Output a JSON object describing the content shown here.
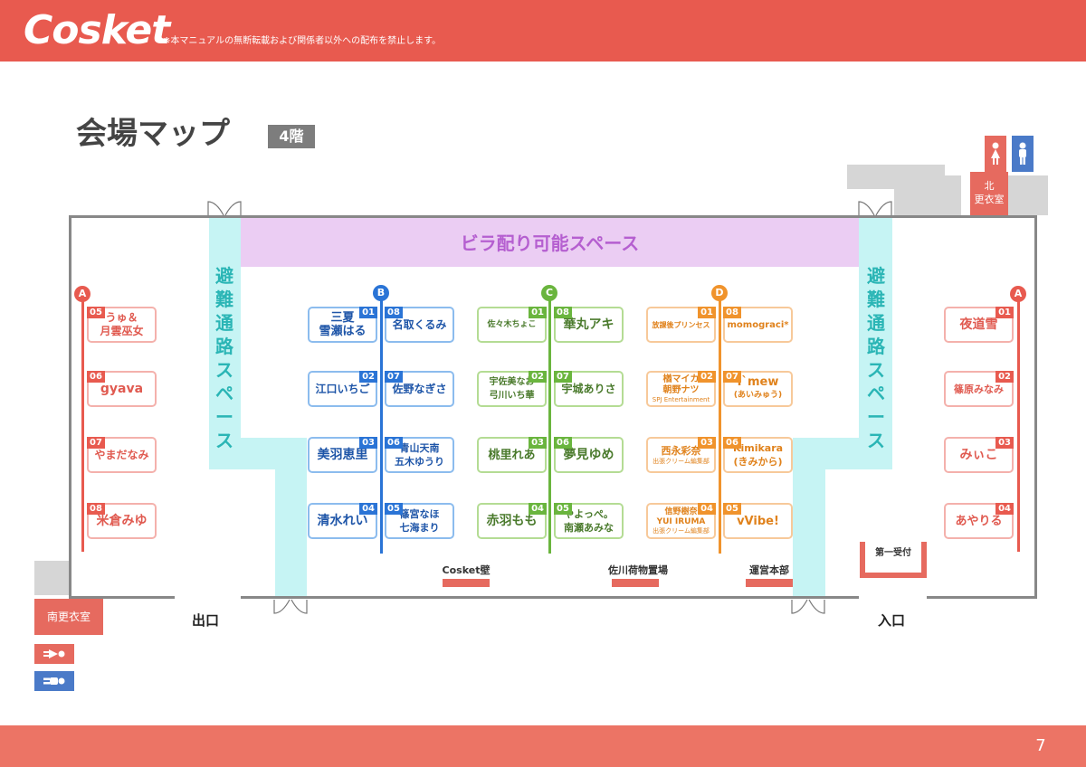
{
  "header": {
    "logo": "Cosket",
    "notice": "※本マニュアルの無断転載および関係者以外への配布を禁止します。"
  },
  "page": {
    "title": "会場マップ",
    "floor": "4階",
    "number": "7"
  },
  "map": {
    "flyer_space": "ビラ配り可能スペース",
    "evac_left": [
      "避",
      "難",
      "通",
      "路",
      "ス",
      "ペ",
      "ー",
      "ス"
    ],
    "evac_right": [
      "避",
      "難",
      "通",
      "路",
      "ス",
      "ペ",
      "ー",
      "ス"
    ],
    "exit": "出口",
    "entrance": "入口",
    "reception": "第一受付",
    "cosket_wall": "Cosket壁",
    "sagawa": "佐川荷物置場",
    "hq": "運営本部",
    "south_room": "南更衣室",
    "north_room": [
      "北",
      "更衣室"
    ]
  },
  "colors": {
    "red": "#e85a4f",
    "blue": "#2a74d6",
    "green": "#6ab53e",
    "orange": "#f0932c",
    "aisle": "#c6f4f4",
    "flyer": "#ebcdf3"
  },
  "icons": {
    "restroom_female": "female-restroom-icon",
    "restroom_male": "male-restroom-icon",
    "door": "double-door-icon"
  },
  "rows": {
    "A_left": {
      "label": "A",
      "booths": [
        {
          "num": "05",
          "lines": [
            "うゅ＆",
            "月雲巫女"
          ]
        },
        {
          "num": "06",
          "lines": [
            "gyava"
          ]
        },
        {
          "num": "07",
          "lines": [
            "やまだなみ"
          ]
        },
        {
          "num": "08",
          "lines": [
            "米倉みゆ"
          ]
        }
      ]
    },
    "A_right": {
      "label": "A",
      "booths": [
        {
          "num": "01",
          "lines": [
            "夜道雪"
          ]
        },
        {
          "num": "02",
          "lines": [
            "篠原みなみ"
          ]
        },
        {
          "num": "03",
          "lines": [
            "みぃこ"
          ]
        },
        {
          "num": "04",
          "lines": [
            "あやりる"
          ]
        }
      ]
    },
    "B": {
      "label": "B",
      "left": [
        {
          "num": "01",
          "lines": [
            "三夏",
            "雪瀬はる"
          ]
        },
        {
          "num": "02",
          "lines": [
            "江口いちご"
          ]
        },
        {
          "num": "03",
          "lines": [
            "美羽恵里"
          ]
        },
        {
          "num": "04",
          "lines": [
            "清水れい"
          ]
        }
      ],
      "right": [
        {
          "num": "08",
          "lines": [
            "名取くるみ"
          ]
        },
        {
          "num": "07",
          "lines": [
            "佐野なぎさ"
          ]
        },
        {
          "num": "06",
          "lines": [
            "青山天南",
            "五木ゆうり"
          ]
        },
        {
          "num": "05",
          "lines": [
            "篠宮なほ",
            "七海まり"
          ]
        }
      ]
    },
    "C": {
      "label": "C",
      "left": [
        {
          "num": "01",
          "lines": [
            "佐々木ちょこ"
          ]
        },
        {
          "num": "02",
          "lines": [
            "宇佐美なお",
            "弓川いち華"
          ]
        },
        {
          "num": "03",
          "lines": [
            "桃里れあ"
          ]
        },
        {
          "num": "04",
          "lines": [
            "赤羽もも"
          ]
        }
      ],
      "right": [
        {
          "num": "08",
          "lines": [
            "華丸アキ"
          ]
        },
        {
          "num": "07",
          "lines": [
            "宇城ありさ"
          ]
        },
        {
          "num": "06",
          "lines": [
            "夢見ゆめ"
          ]
        },
        {
          "num": "05",
          "lines": [
            "やよっぺ。",
            "南瀬あみな"
          ]
        }
      ]
    },
    "D": {
      "label": "D",
      "left": [
        {
          "num": "01",
          "lines": [
            "放課後プリンセス"
          ]
        },
        {
          "num": "02",
          "lines": [
            "楢マイカ",
            "朝野ナツ"
          ],
          "sub": "SPJ Entertainment"
        },
        {
          "num": "03",
          "lines": [
            "西永彩奈"
          ],
          "sub": "出張クリーム編集部"
        },
        {
          "num": "04",
          "lines": [
            "信野樹奈",
            "YUI IRUMA"
          ],
          "sub": "出張クリーム編集部"
        }
      ],
      "right": [
        {
          "num": "08",
          "lines": [
            "momograci*"
          ]
        },
        {
          "num": "07",
          "lines": [
            "I`mew",
            "(あいみゅう)"
          ]
        },
        {
          "num": "06",
          "lines": [
            "Kimikara",
            "(きみから)"
          ]
        },
        {
          "num": "05",
          "lines": [
            "vVibe!"
          ]
        }
      ]
    }
  }
}
